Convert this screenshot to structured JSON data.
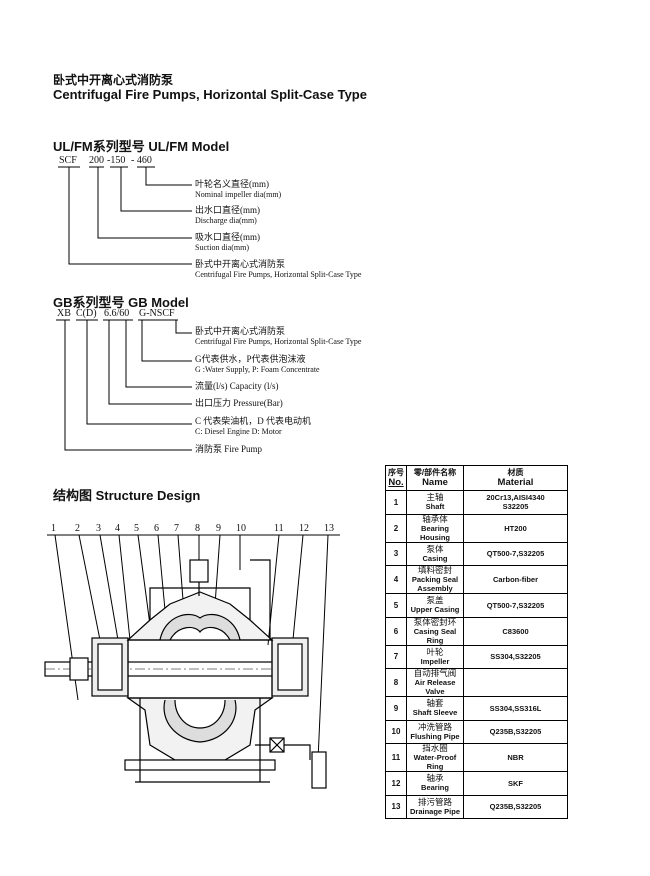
{
  "header": {
    "title_cn": "卧式中开离心式消防泵",
    "title_en": "Centrifugal Fire Pumps, Horizontal Split-Case Type"
  },
  "ulfm": {
    "heading": "UL/FM系列型号 UL/FM Model",
    "code": {
      "p1": "SCF",
      "p2": "200",
      "p3": "-150",
      "p4": "- 460"
    },
    "labels": [
      {
        "cn": "叶轮名义直径(mm)",
        "en": "Nominal impeller dia(mm)"
      },
      {
        "cn": "出水口直径(mm)",
        "en": "Discharge dia(mm)"
      },
      {
        "cn": "吸水口直径(mm)",
        "en": "Suction dia(mm)"
      },
      {
        "cn": "卧式中开离心式消防泵",
        "en": "Centrifugal Fire Pumps, Horizontal Split-Case Type"
      }
    ]
  },
  "gb": {
    "heading": "GB系列型号 GB Model",
    "code": {
      "p1": "XB",
      "p2": "C(D)",
      "p3": "6.6/60",
      "p4": "G-NSCF"
    },
    "labels": [
      {
        "cn": "卧式中开离心式消防泵",
        "en": "Centrifugal Fire Pumps, Horizontal Split-Case Type"
      },
      {
        "cn": "G代表供水，P代表供泡沫液",
        "en": "G :Water Supply, P: Foam Concentrate"
      },
      {
        "cn": "流量(l/s)  Capacity  (l/s)",
        "en": ""
      },
      {
        "cn": "出口压力 Pressure(Bar)",
        "en": ""
      },
      {
        "cn": "C 代表柴油机，D 代表电动机",
        "en": "C: Diesel Engine  D: Motor"
      },
      {
        "cn": "消防泵 Fire Pump",
        "en": ""
      }
    ]
  },
  "structure": {
    "heading": "结构图 Structure Design",
    "callouts": [
      "1",
      "2",
      "3",
      "4",
      "5",
      "6",
      "7",
      "8",
      "9",
      "10",
      "11",
      "12",
      "13"
    ]
  },
  "parts_table": {
    "headers": {
      "no_cn": "序号",
      "no_en": "No.",
      "name_cn": "零/部件名称",
      "name_en": "Name",
      "mat_cn": "材质",
      "mat_en": "Material"
    },
    "rows": [
      {
        "no": "1",
        "cn": "主轴",
        "en": "Shaft",
        "mat": "20Cr13,AISI4340\nS32205"
      },
      {
        "no": "2",
        "cn": "轴承体",
        "en": "Bearing Housing",
        "mat": "HT200"
      },
      {
        "no": "3",
        "cn": "泵体",
        "en": "Casing",
        "mat": "QT500-7,S32205"
      },
      {
        "no": "4",
        "cn": "填料密封",
        "en": "Packing Seal Assembly",
        "mat": "Carbon-fiber"
      },
      {
        "no": "5",
        "cn": "泵盖",
        "en": "Upper Casing",
        "mat": "QT500-7,S32205"
      },
      {
        "no": "6",
        "cn": "泵体密封环",
        "en": "Casing Seal Ring",
        "mat": "C83600"
      },
      {
        "no": "7",
        "cn": "叶轮",
        "en": "Impeller",
        "mat": "SS304,S32205"
      },
      {
        "no": "8",
        "cn": "自动排气阀",
        "en": "Air Release Valve",
        "mat": ""
      },
      {
        "no": "9",
        "cn": "轴套",
        "en": "Shaft Sleeve",
        "mat": "SS304,SS316L"
      },
      {
        "no": "10",
        "cn": "冲洗管路",
        "en": "Flushing Pipe",
        "mat": "Q235B,S32205"
      },
      {
        "no": "11",
        "cn": "挡水圈",
        "en": "Water-Proof Ring",
        "mat": "NBR"
      },
      {
        "no": "12",
        "cn": "轴承",
        "en": "Bearing",
        "mat": "SKF"
      },
      {
        "no": "13",
        "cn": "排污管路",
        "en": "Drainage Pipe",
        "mat": "Q235B,S32205"
      }
    ]
  }
}
